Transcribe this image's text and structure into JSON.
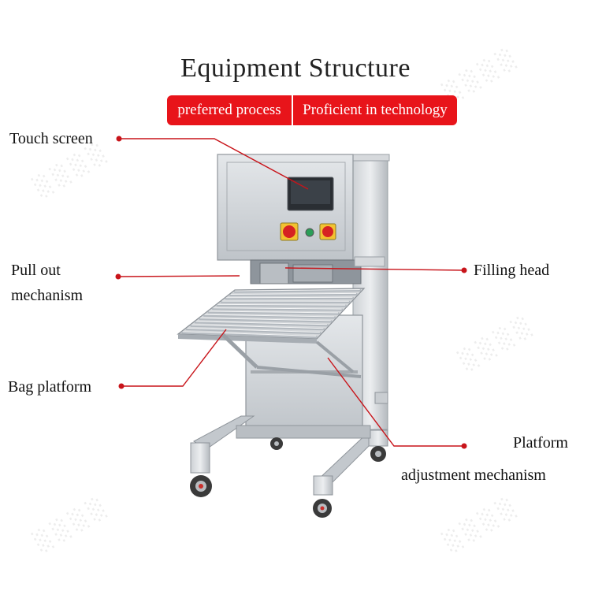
{
  "title": "Equipment Structure",
  "banner": {
    "left": "preferred process",
    "right": "Proficient in technology"
  },
  "labels": {
    "touch_screen": "Touch screen",
    "pull_out_line1": "Pull out",
    "pull_out_line2": "mechanism",
    "filling_head": "Filling head",
    "bag_platform": "Bag platform",
    "platform_adj_line1": "Platform",
    "platform_adj_line2": "adjustment mechanism"
  },
  "colors": {
    "accent": "#e8141a",
    "leader": "#c8141a",
    "steel": "#c9cdd1"
  },
  "icons": {
    "machine": "bag-filling-machine-illustration",
    "watermark": "brand-watermark"
  }
}
